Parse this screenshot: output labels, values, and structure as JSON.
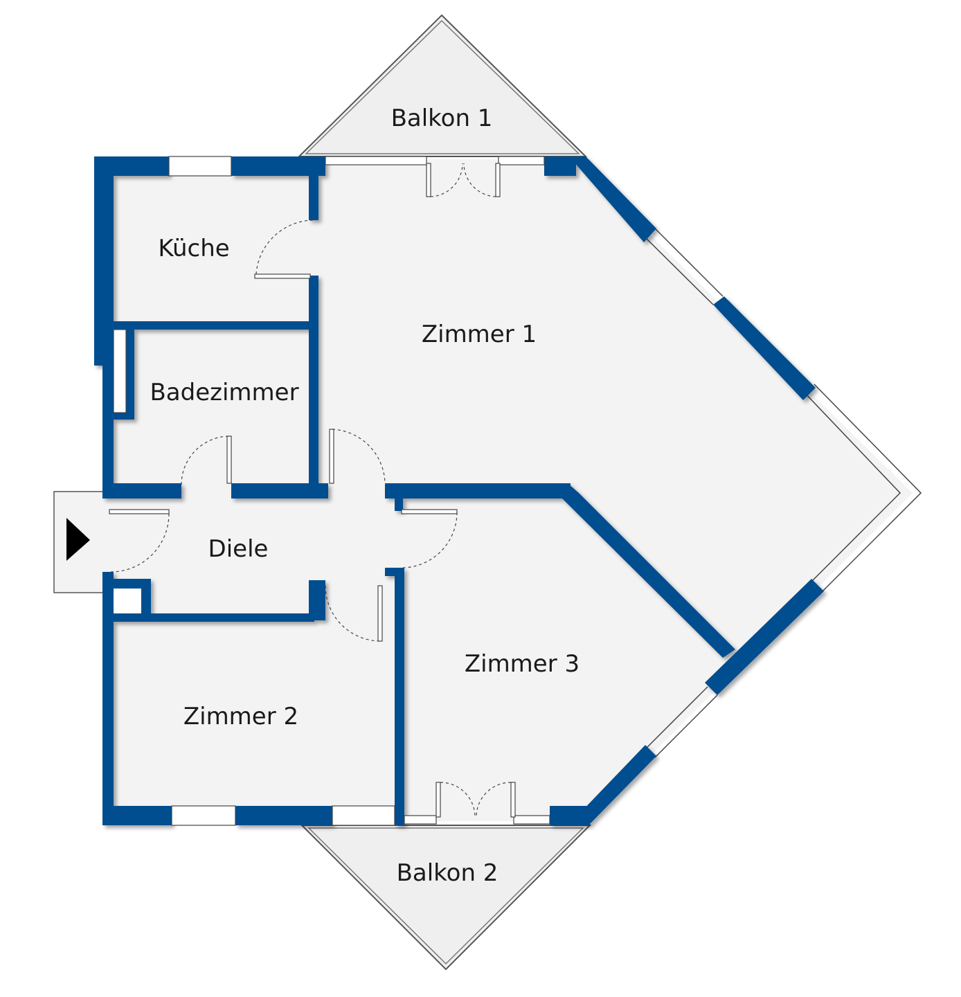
{
  "floorplan": {
    "rooms": {
      "balkon1": "Balkon 1",
      "kueche": "Küche",
      "zimmer1": "Zimmer 1",
      "badezimmer": "Badezimmer",
      "diele": "Diele",
      "zimmer3": "Zimmer 3",
      "zimmer2": "Zimmer 2",
      "balkon2": "Balkon 2"
    },
    "entrance_marker": "entrance-arrow-icon"
  },
  "colors": {
    "wall": "#054d8f",
    "floor": "#f3f3f3",
    "window": "#ffffff",
    "outline": "#4a4a4a",
    "balcony": "#efefef"
  }
}
